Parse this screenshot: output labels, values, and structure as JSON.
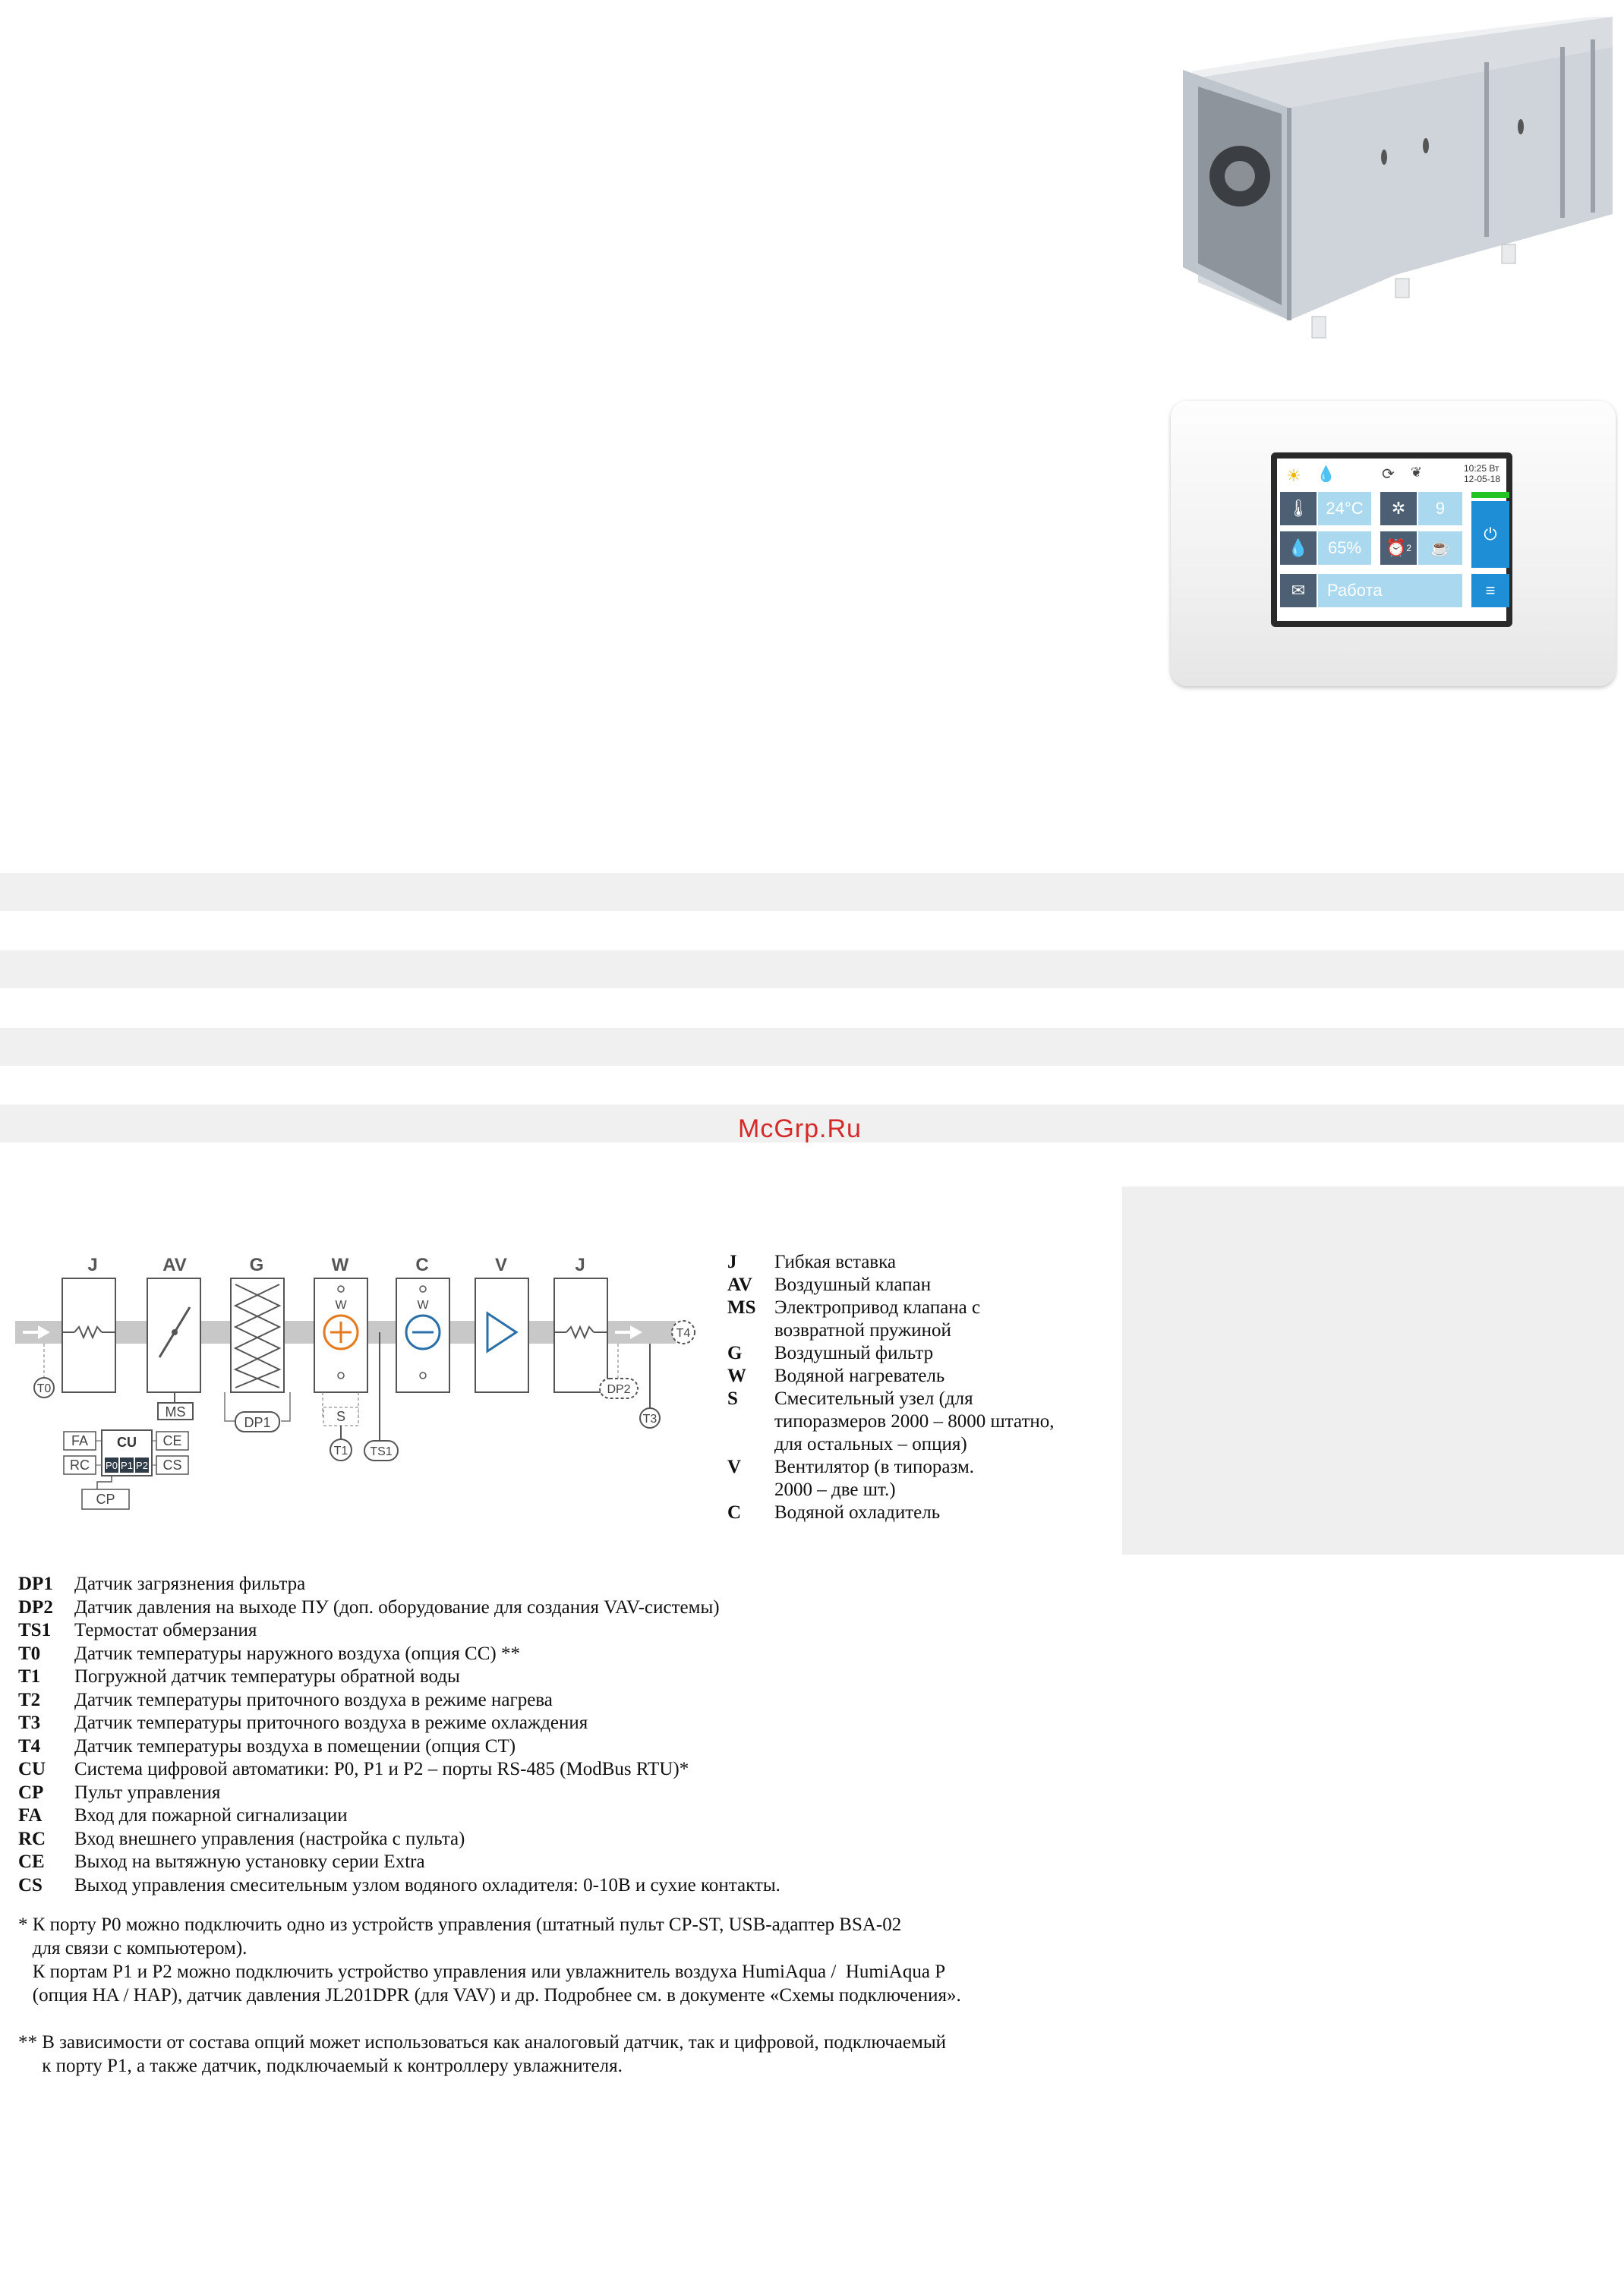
{
  "controller": {
    "time": "10:25 Вт",
    "date": "12-05-18",
    "temperature": "24°C",
    "fan_speed": "9",
    "humidity": "65%",
    "timer_index": "2",
    "status": "Работа",
    "power_glyph": "⏻",
    "menu_glyph": "≡"
  },
  "watermark": "McGrp.Ru",
  "diagram": {
    "top_labels": [
      "J",
      "AV",
      "G",
      "W",
      "C",
      "V",
      "J"
    ],
    "heater_w": "W",
    "cooler_w": "W",
    "ms": "MS",
    "dp1": "DP1",
    "dp2": "DP2",
    "s": "S",
    "t0": "T0",
    "t1": "T1",
    "t3": "T3",
    "t4": "T4",
    "ts1": "TS1",
    "fa": "FA",
    "rc": "RC",
    "cu": "CU",
    "p0": "P0",
    "p1": "P1",
    "p2": "P2",
    "ce": "CE",
    "cs": "CS",
    "cp": "CP"
  },
  "legend_components": [
    {
      "code": "J",
      "desc": "Гибкая вставка"
    },
    {
      "code": "AV",
      "desc": "Воздушный клапан"
    },
    {
      "code": "MS",
      "desc": "Электропривод клапана с возвратной пружиной"
    },
    {
      "code": "G",
      "desc": "Воздушный фильтр"
    },
    {
      "code": "W",
      "desc": "Водяной нагреватель"
    },
    {
      "code": "S",
      "desc": "Смесительный узел (для типоразмеров 2000 – 8000 штатно, для остальных – опция)"
    },
    {
      "code": "V",
      "desc": "Вентилятор (в типоразм. 2000 – две шт.)"
    },
    {
      "code": "C",
      "desc": "Водяной охладитель"
    }
  ],
  "legend_sensors": [
    {
      "code": "DP1",
      "desc": "Датчик загрязнения фильтра"
    },
    {
      "code": "DP2",
      "desc": "Датчик давления на выходе ПУ (доп. оборудование для создания VAV-системы)"
    },
    {
      "code": "TS1",
      "desc": "Термостат обмерзания"
    },
    {
      "code": "T0",
      "desc": "Датчик температуры наружного воздуха (опция CC) **"
    },
    {
      "code": "T1",
      "desc": "Погружной датчик температуры обратной воды"
    },
    {
      "code": "T2",
      "desc": "Датчик температуры приточного воздуха в режиме нагрева"
    },
    {
      "code": "T3",
      "desc": "Датчик температуры приточного воздуха в режиме охлаждения"
    },
    {
      "code": "T4",
      "desc": "Датчик температуры воздуха в помещении (опция CT)"
    },
    {
      "code": "CU",
      "desc": "Система цифровой автоматики: P0, P1 и P2 – порты RS-485 (ModBus RTU)*"
    },
    {
      "code": "CP",
      "desc": "Пульт управления"
    },
    {
      "code": "FA",
      "desc": "Вход для пожарной сигнализации"
    },
    {
      "code": "RC",
      "desc": "Вход внешнего управления (настройка с пульта)"
    },
    {
      "code": "CE",
      "desc": "Выход на вытяжную установку серии Extra"
    },
    {
      "code": "CS",
      "desc": "Выход управления смесительным узлом водяного охладителя: 0-10В и сухие контакты."
    }
  ],
  "notes": [
    "* К порту P0 можно подключить одно из устройств управления (штатный пульт CP-ST, USB-адаптер BSA-02",
    "   для связи с компьютером).",
    "   К портам P1 и P2 можно подключить устройство управления или увлажнитель воздуха HumiAqua /  HumiAqua P",
    "   (опция HA / HAP), датчик давления JL201DPR (для VAV) и др. Подробнее см. в документе «Схемы подключения».",
    "",
    "** В зависимости от состава опций может использоваться как аналоговый датчик, так и цифровой, подключаемый",
    "     к порту P1, а также датчик, подключаемый к контроллеру увлажнителя."
  ]
}
